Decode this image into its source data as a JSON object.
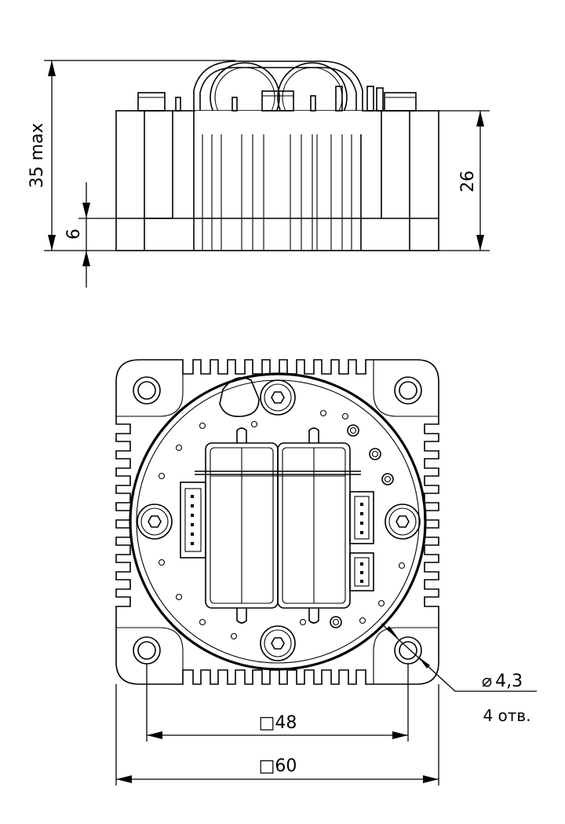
{
  "side_view": {
    "overall_height": "35 max",
    "body_height": "26",
    "base_height": "6"
  },
  "top_view": {
    "hole_diameter": "4,3",
    "hole_count": "4 отв.",
    "hole_spacing": "48",
    "overall_size": "60"
  },
  "symbols": {
    "diameter": "⌀",
    "square": "□"
  }
}
